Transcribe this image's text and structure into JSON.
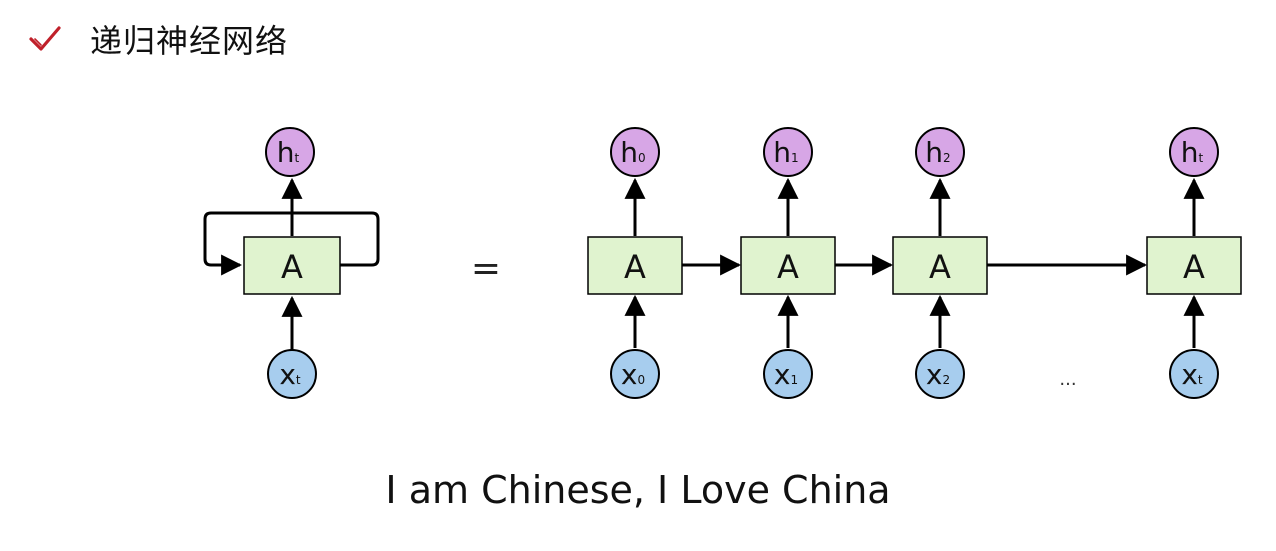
{
  "header": {
    "title": "递归神经网络",
    "icon": "check-icon",
    "icon_color": "#c0202a"
  },
  "diagram": {
    "cell_label": "A",
    "equals": "=",
    "ellipsis": "...",
    "colors": {
      "cell_fill": "#e0f3cf",
      "hidden_fill": "#d7a6e6",
      "input_fill": "#a7cdee",
      "stroke": "#000000"
    },
    "rolled": {
      "hidden": {
        "base": "h",
        "sub": "t"
      },
      "input": {
        "base": "x",
        "sub": "t"
      }
    },
    "unrolled": [
      {
        "hidden": {
          "base": "h",
          "sub": "0"
        },
        "input": {
          "base": "x",
          "sub": "0"
        }
      },
      {
        "hidden": {
          "base": "h",
          "sub": "1"
        },
        "input": {
          "base": "x",
          "sub": "1"
        }
      },
      {
        "hidden": {
          "base": "h",
          "sub": "2"
        },
        "input": {
          "base": "x",
          "sub": "2"
        }
      },
      {
        "hidden": {
          "base": "h",
          "sub": "t"
        },
        "input": {
          "base": "x",
          "sub": "t"
        }
      }
    ]
  },
  "caption": "I am Chinese, I Love China"
}
